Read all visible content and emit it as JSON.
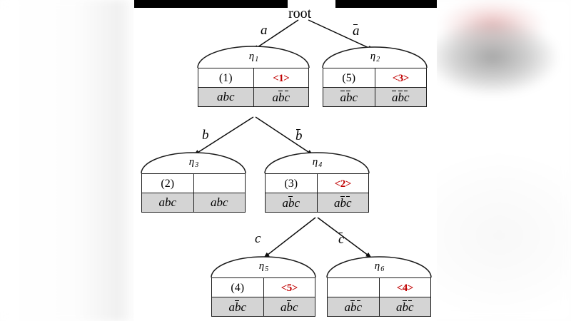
{
  "figure": {
    "root_label": "root",
    "caption_present": false
  },
  "edges": [
    {
      "id": "root-n1",
      "label": "a",
      "overline": false
    },
    {
      "id": "root-n2",
      "label": "a",
      "overline": true
    },
    {
      "id": "n1-n3",
      "label": "b",
      "overline": false
    },
    {
      "id": "n1-n4",
      "label": "b",
      "overline": true
    },
    {
      "id": "n4-n5",
      "label": "c",
      "overline": false
    },
    {
      "id": "n4-n6",
      "label": "c",
      "overline": true
    }
  ],
  "nodes": [
    {
      "id": "n1",
      "name": "eta",
      "subscript": "1",
      "index_cell": "(1)",
      "mark_cell": "<1>",
      "cube_left": [
        {
          "t": "a",
          "bar": false
        },
        {
          "t": "b",
          "bar": false
        },
        {
          "t": "c",
          "bar": false
        }
      ],
      "cube_right": [
        {
          "t": "a",
          "bar": false
        },
        {
          "t": "b",
          "bar": true
        },
        {
          "t": "c",
          "bar": true
        }
      ]
    },
    {
      "id": "n2",
      "name": "eta",
      "subscript": "2",
      "index_cell": "(5)",
      "mark_cell": "<3>",
      "cube_left": [
        {
          "t": "a",
          "bar": true
        },
        {
          "t": "b",
          "bar": true
        },
        {
          "t": "c",
          "bar": false
        }
      ],
      "cube_right": [
        {
          "t": "a",
          "bar": true
        },
        {
          "t": "b",
          "bar": true
        },
        {
          "t": "c",
          "bar": true
        }
      ]
    },
    {
      "id": "n3",
      "name": "eta",
      "subscript": "3",
      "index_cell": "(2)",
      "mark_cell": "",
      "cube_left": [
        {
          "t": "a",
          "bar": false
        },
        {
          "t": "b",
          "bar": false
        },
        {
          "t": "c",
          "bar": false
        }
      ],
      "cube_right": [
        {
          "t": "a",
          "bar": false
        },
        {
          "t": "b",
          "bar": false
        },
        {
          "t": "c",
          "bar": false
        }
      ]
    },
    {
      "id": "n4",
      "name": "eta",
      "subscript": "4",
      "index_cell": "(3)",
      "mark_cell": "<2>",
      "cube_left": [
        {
          "t": "a",
          "bar": false
        },
        {
          "t": "b",
          "bar": true
        },
        {
          "t": "c",
          "bar": false
        }
      ],
      "cube_right": [
        {
          "t": "a",
          "bar": false
        },
        {
          "t": "b",
          "bar": true
        },
        {
          "t": "c",
          "bar": true
        }
      ]
    },
    {
      "id": "n5",
      "name": "eta",
      "subscript": "5",
      "index_cell": "(4)",
      "mark_cell": "<5>",
      "cube_left": [
        {
          "t": "a",
          "bar": false
        },
        {
          "t": "b",
          "bar": true
        },
        {
          "t": "c",
          "bar": false
        }
      ],
      "cube_right": [
        {
          "t": "a",
          "bar": false
        },
        {
          "t": "b",
          "bar": true
        },
        {
          "t": "c",
          "bar": false
        }
      ]
    },
    {
      "id": "n6",
      "name": "eta",
      "subscript": "6",
      "index_cell": "",
      "mark_cell": "<4>",
      "cube_left": [
        {
          "t": "a",
          "bar": false
        },
        {
          "t": "b",
          "bar": true
        },
        {
          "t": "c",
          "bar": true
        }
      ],
      "cube_right": [
        {
          "t": "a",
          "bar": false
        },
        {
          "t": "b",
          "bar": true
        },
        {
          "t": "c",
          "bar": true
        }
      ]
    }
  ],
  "colors": {
    "mark_red": "#c00000",
    "cube_row_fill": "#d4d4d4",
    "line": "#1a1a1a",
    "panel": "#ffffff",
    "bar": "#000000"
  }
}
